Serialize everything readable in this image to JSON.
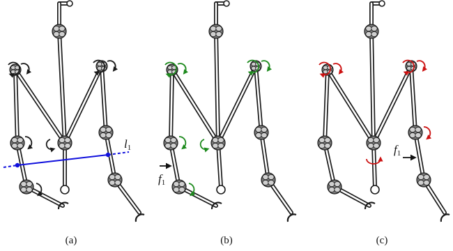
{
  "panels": [
    {
      "caption": "(a)",
      "arrow_color": "#1a1a1a"
    },
    {
      "caption": "(b)",
      "arrow_color": "#1d8a1d"
    },
    {
      "caption": "(c)",
      "arrow_color": "#cc1111"
    }
  ],
  "line": {
    "symbol": "l",
    "subscript": "1",
    "color": "#1010dd"
  },
  "force": {
    "symbol": "f",
    "subscript": "1"
  }
}
